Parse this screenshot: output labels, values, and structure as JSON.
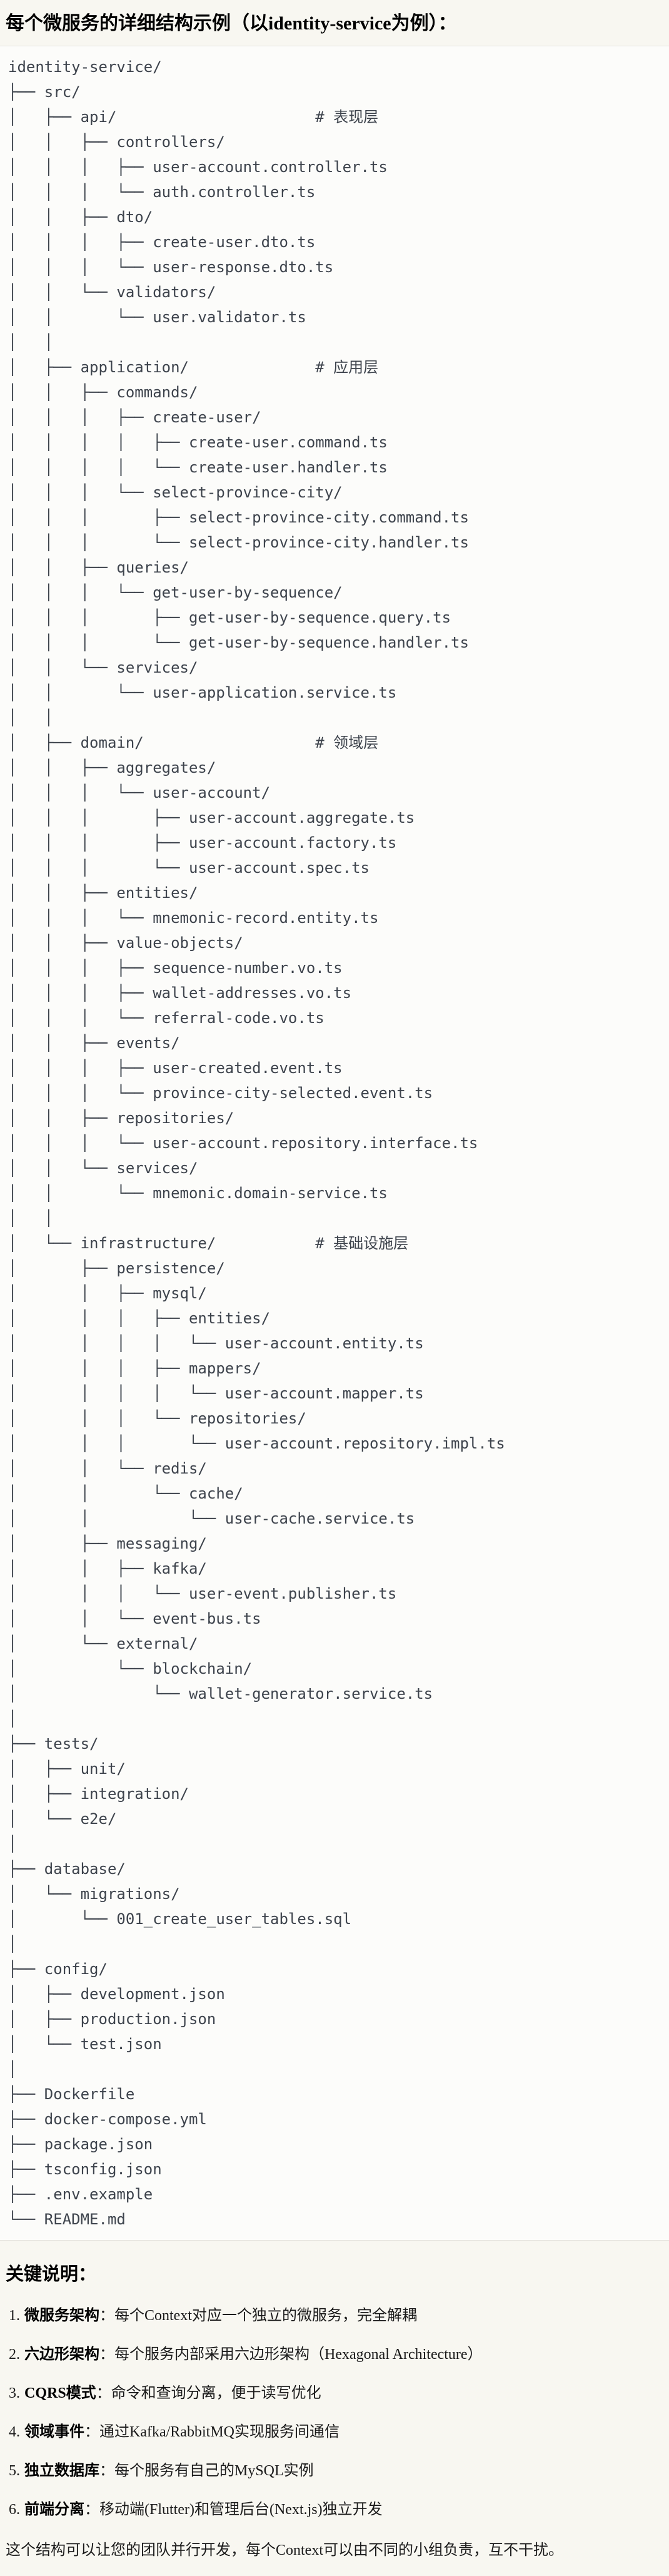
{
  "page": {
    "title": "每个微服务的详细结构示例（以identity-service为例）："
  },
  "tree": {
    "lines": [
      "identity-service/",
      "├── src/",
      "│   ├── api/                      # 表现层",
      "│   │   ├── controllers/",
      "│   │   │   ├── user-account.controller.ts",
      "│   │   │   └── auth.controller.ts",
      "│   │   ├── dto/",
      "│   │   │   ├── create-user.dto.ts",
      "│   │   │   └── user-response.dto.ts",
      "│   │   └── validators/",
      "│   │       └── user.validator.ts",
      "│   │",
      "│   ├── application/              # 应用层",
      "│   │   ├── commands/",
      "│   │   │   ├── create-user/",
      "│   │   │   │   ├── create-user.command.ts",
      "│   │   │   │   └── create-user.handler.ts",
      "│   │   │   └── select-province-city/",
      "│   │   │       ├── select-province-city.command.ts",
      "│   │   │       └── select-province-city.handler.ts",
      "│   │   ├── queries/",
      "│   │   │   └── get-user-by-sequence/",
      "│   │   │       ├── get-user-by-sequence.query.ts",
      "│   │   │       └── get-user-by-sequence.handler.ts",
      "│   │   └── services/",
      "│   │       └── user-application.service.ts",
      "│   │",
      "│   ├── domain/                   # 领域层",
      "│   │   ├── aggregates/",
      "│   │   │   └── user-account/",
      "│   │   │       ├── user-account.aggregate.ts",
      "│   │   │       ├── user-account.factory.ts",
      "│   │   │       └── user-account.spec.ts",
      "│   │   ├── entities/",
      "│   │   │   └── mnemonic-record.entity.ts",
      "│   │   ├── value-objects/",
      "│   │   │   ├── sequence-number.vo.ts",
      "│   │   │   ├── wallet-addresses.vo.ts",
      "│   │   │   └── referral-code.vo.ts",
      "│   │   ├── events/",
      "│   │   │   ├── user-created.event.ts",
      "│   │   │   └── province-city-selected.event.ts",
      "│   │   ├── repositories/",
      "│   │   │   └── user-account.repository.interface.ts",
      "│   │   └── services/",
      "│   │       └── mnemonic.domain-service.ts",
      "│   │",
      "│   └── infrastructure/           # 基础设施层",
      "│       ├── persistence/",
      "│       │   ├── mysql/",
      "│       │   │   ├── entities/",
      "│       │   │   │   └── user-account.entity.ts",
      "│       │   │   ├── mappers/",
      "│       │   │   │   └── user-account.mapper.ts",
      "│       │   │   └── repositories/",
      "│       │   │       └── user-account.repository.impl.ts",
      "│       │   └── redis/",
      "│       │       └── cache/",
      "│       │           └── user-cache.service.ts",
      "│       ├── messaging/",
      "│       │   ├── kafka/",
      "│       │   │   └── user-event.publisher.ts",
      "│       │   └── event-bus.ts",
      "│       └── external/",
      "│           └── blockchain/",
      "│               └── wallet-generator.service.ts",
      "│",
      "├── tests/",
      "│   ├── unit/",
      "│   ├── integration/",
      "│   └── e2e/",
      "│",
      "├── database/",
      "│   └── migrations/",
      "│       └── 001_create_user_tables.sql",
      "│",
      "├── config/",
      "│   ├── development.json",
      "│   ├── production.json",
      "│   └── test.json",
      "│",
      "├── Dockerfile",
      "├── docker-compose.yml",
      "├── package.json",
      "├── tsconfig.json",
      "├── .env.example",
      "└── README.md"
    ]
  },
  "notes": {
    "heading": "关键说明：",
    "items": [
      {
        "num": "1.",
        "label": "微服务架构",
        "text": "：每个Context对应一个独立的微服务，完全解耦"
      },
      {
        "num": "2.",
        "label": "六边形架构",
        "text": "：每个服务内部采用六边形架构（Hexagonal Architecture）"
      },
      {
        "num": "3.",
        "label": "CQRS模式",
        "text": "：命令和查询分离，便于读写优化"
      },
      {
        "num": "4.",
        "label": "领域事件",
        "text": "：通过Kafka/RabbitMQ实现服务间通信"
      },
      {
        "num": "5.",
        "label": "独立数据库",
        "text": "：每个服务有自己的MySQL实例"
      },
      {
        "num": "6.",
        "label": "前端分离",
        "text": "：移动端(Flutter)和管理后台(Next.js)独立开发"
      }
    ],
    "footer": "这个结构可以让您的团队并行开发，每个Context可以由不同的小组负责，互不干扰。"
  }
}
